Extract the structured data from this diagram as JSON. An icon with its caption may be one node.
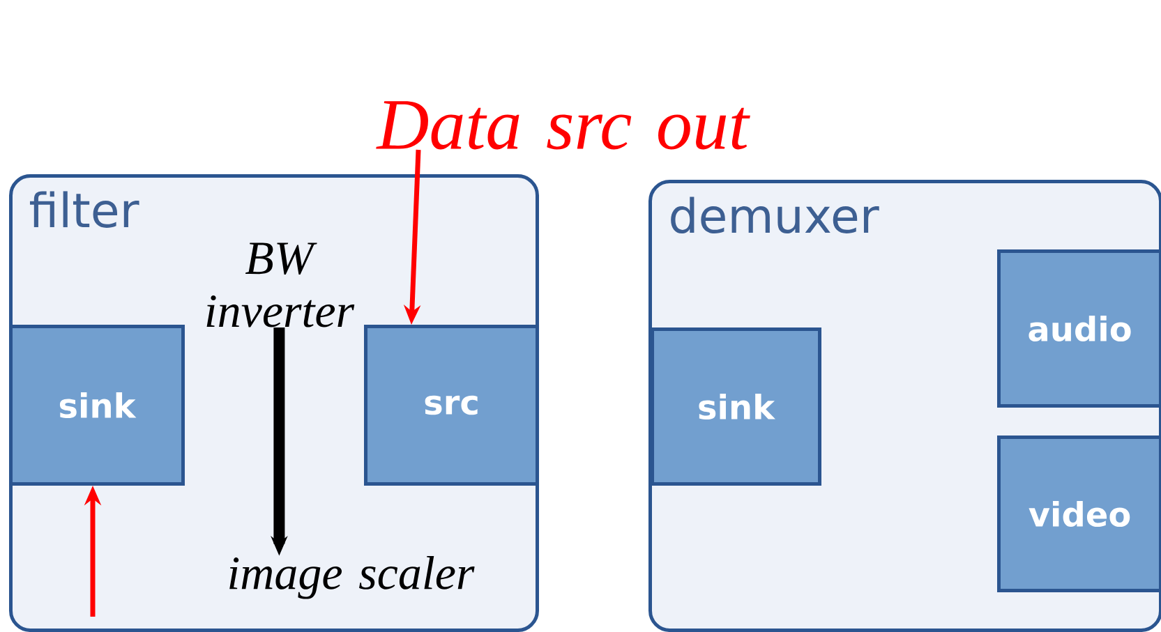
{
  "diagram": {
    "nodes": [
      {
        "text": [
          "filter"
        ]
      },
      {
        "text": [
          "sink"
        ],
        "in": 0
      },
      {
        "text": [
          "src"
        ],
        "in": 0
      },
      {
        "text": [
          "BW inverter"
        ],
        "in": 0
      },
      {
        "text": [
          "image scaler"
        ],
        "in": 0
      },
      {
        "text": [
          "Data src out"
        ]
      },
      {
        "text": [
          "demuxer"
        ]
      },
      {
        "text": [
          "sink"
        ],
        "in": 6
      },
      {
        "text": [
          "audio"
        ],
        "in": 6
      },
      {
        "text": [
          "video"
        ],
        "in": 6
      }
    ],
    "edges": [
      {
        "from": 3,
        "to": 4,
        "arrow": "to",
        "style": "thick",
        "color": "#000000"
      },
      {
        "from": 5,
        "to": 2,
        "arrow": "to",
        "color": "#ff0000"
      },
      {
        "from": null,
        "to": 1,
        "arrow": "to",
        "color": "#ff0000"
      }
    ]
  }
}
